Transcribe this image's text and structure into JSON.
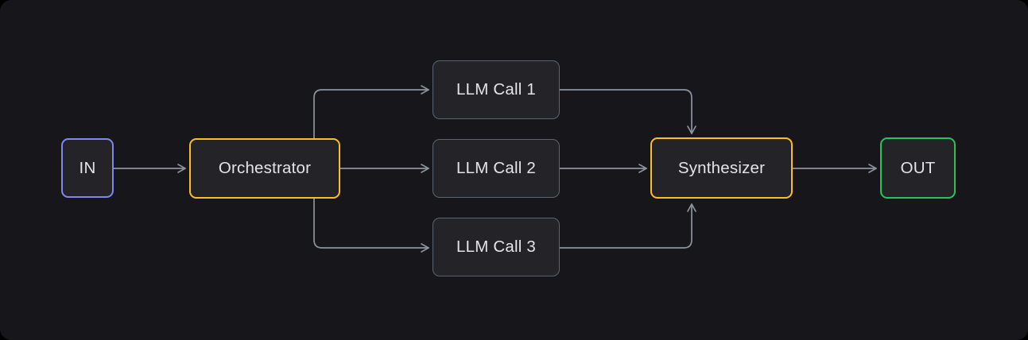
{
  "diagram": {
    "type": "flow-diagram",
    "description": "Orchestrator fan-out to parallel LLM calls, fan-in to synthesizer",
    "nodes": {
      "in": {
        "label": "IN",
        "border_color": "#7d88f0"
      },
      "orchestrator": {
        "label": "Orchestrator",
        "border_color": "#fbbf24"
      },
      "llm1": {
        "label": "LLM Call 1",
        "border_color": "#5d6470"
      },
      "llm2": {
        "label": "LLM Call 2",
        "border_color": "#5d6470"
      },
      "llm3": {
        "label": "LLM Call 3",
        "border_color": "#5d6470"
      },
      "synthesizer": {
        "label": "Synthesizer",
        "border_color": "#fbbf24"
      },
      "out": {
        "label": "OUT",
        "border_color": "#23c35e"
      }
    },
    "edges": [
      {
        "from": "in",
        "to": "orchestrator"
      },
      {
        "from": "orchestrator",
        "to": "llm1"
      },
      {
        "from": "orchestrator",
        "to": "llm2"
      },
      {
        "from": "orchestrator",
        "to": "llm3"
      },
      {
        "from": "llm1",
        "to": "synthesizer"
      },
      {
        "from": "llm2",
        "to": "synthesizer"
      },
      {
        "from": "llm3",
        "to": "synthesizer"
      },
      {
        "from": "synthesizer",
        "to": "out"
      }
    ],
    "colors": {
      "canvas_background": "#17171b",
      "node_fill": "#232328",
      "node_text": "#e4e4e8",
      "connector": "#8d939e"
    }
  }
}
